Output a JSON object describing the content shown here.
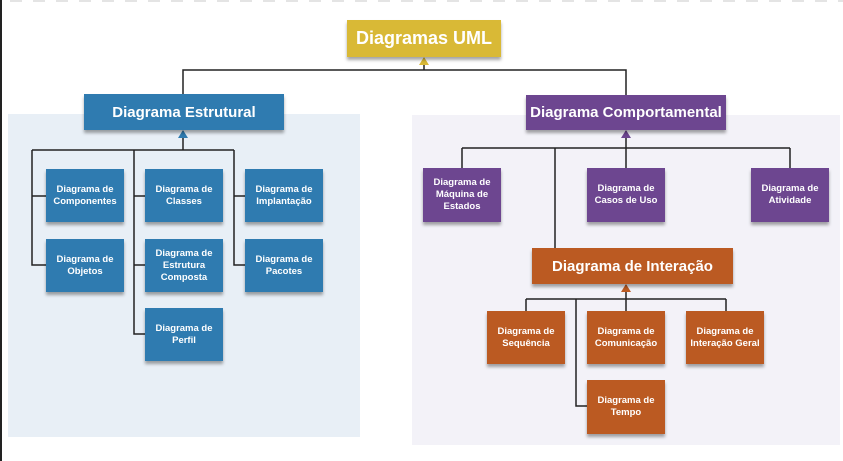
{
  "diagram": {
    "title": "Diagramas UML",
    "colors": {
      "root": "#d9b936",
      "structural": "#2f7bb0",
      "behavioral": "#6d4690",
      "interaction": "#bb5a22",
      "structural_panel": "#e8eff6",
      "behavioral_panel": "#f3f2f8",
      "connector": "#222222"
    },
    "structural": {
      "label": "Diagrama Estrutural",
      "children": [
        "Diagrama de Componentes",
        "Diagrama de Classes",
        "Diagrama de Implantação",
        "Diagrama de Objetos",
        "Diagrama de Estrutura Composta",
        "Diagrama de Pacotes",
        "Diagrama de Perfil"
      ]
    },
    "behavioral": {
      "label": "Diagrama Comportamental",
      "children": [
        "Diagrama de Máquina de Estados",
        "Diagrama de Casos de Uso",
        "Diagrama de Atividade"
      ],
      "interaction": {
        "label": "Diagrama de Interação",
        "children": [
          "Diagrama de Sequência",
          "Diagrama de Comunicação",
          "Diagrama de Interação Geral",
          "Diagrama de Tempo"
        ]
      }
    }
  }
}
